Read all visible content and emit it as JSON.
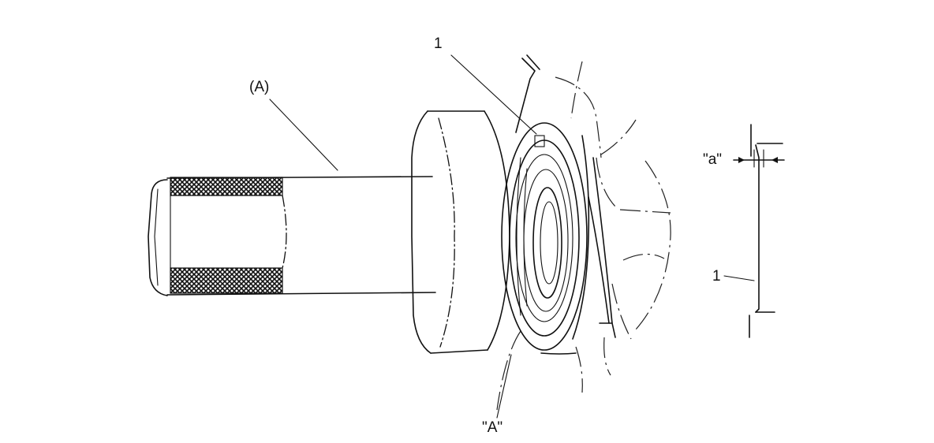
{
  "labels": {
    "tool": "(A)",
    "part_top": "1",
    "part_side": "1",
    "dimension": "\"a\"",
    "view_ref": "\"A\""
  },
  "icons": {
    "tool_body": "installer-tool-drawing",
    "seal": "oil-seal-drawing",
    "housing": "housing-phantom-outline",
    "section": "seal-section-detail"
  }
}
